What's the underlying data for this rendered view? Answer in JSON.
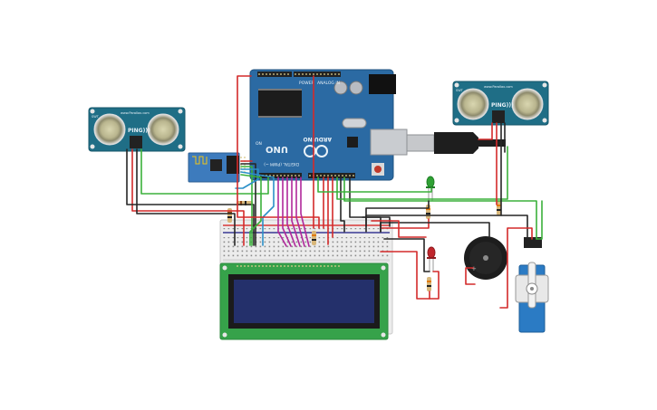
{
  "canvas": {
    "background": "#ffffff"
  },
  "arduino": {
    "name_label": "UNO",
    "brand_label": "ARDUINO",
    "digital_label": "DIGITAL (PWM ~)",
    "power_label": "POWER",
    "analog_label": "ANALOG IN",
    "on_label": "ON",
    "board_color": "#2b6aa3"
  },
  "sensor_left": {
    "label": "PING)))",
    "site_label": "www.Parallax.com",
    "corner_label": "SWT",
    "board_color": "#1f6e86"
  },
  "sensor_right": {
    "label": "PING)))",
    "site_label": "www.Parallax.com",
    "corner_label": "SWT",
    "board_color": "#1f6e86"
  },
  "wifi_module": {
    "icon": "esp8266-module-icon",
    "board_color": "#3d7bbd"
  },
  "lcd": {
    "icon": "lcd-16x2-icon",
    "board_color": "#36a24a",
    "screen_color": "#24306b"
  },
  "breadboard": {
    "icon": "breadboard-icon"
  },
  "buzzer": {
    "icon": "piezo-buzzer-icon"
  },
  "servo": {
    "icon": "servo-motor-icon",
    "body_color": "#2b7bc4"
  },
  "leds": [
    {
      "name": "green-led",
      "color": "#2fa134"
    },
    {
      "name": "red-led",
      "color": "#c0262c"
    }
  ],
  "wire_colors": {
    "red": "#d42a2a",
    "black": "#262626",
    "green": "#3bb03b",
    "blue": "#2b90c8",
    "magenta": "#b0289b"
  }
}
